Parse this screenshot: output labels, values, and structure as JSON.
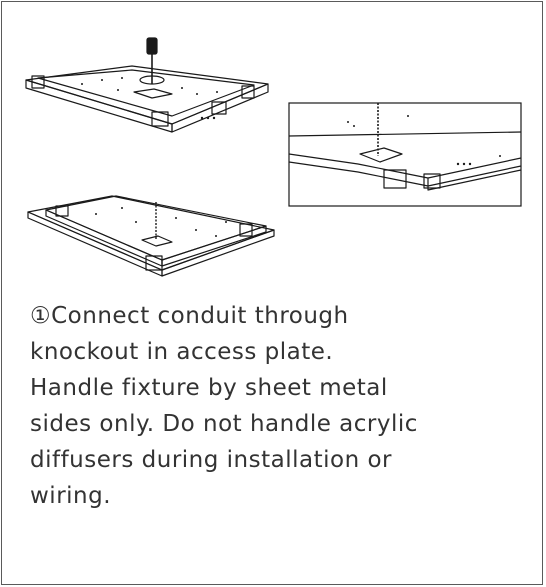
{
  "instruction": {
    "line1": "①Connect conduit through",
    "line2": "knockout in access plate.",
    "line3": "Handle fixture by sheet metal",
    "line4": "sides only. Do not handle acrylic",
    "line5": "diffusers during installation or",
    "line6": "wiring."
  },
  "colors": {
    "border": "#5a5a5a",
    "text": "#333333",
    "ink": "#1a1a1a"
  },
  "icons": {
    "top_illustration": "fixture-screwdriver-icon",
    "bottom_illustration": "fixture-conduit-icon",
    "detail_illustration": "knockout-detail-icon"
  }
}
